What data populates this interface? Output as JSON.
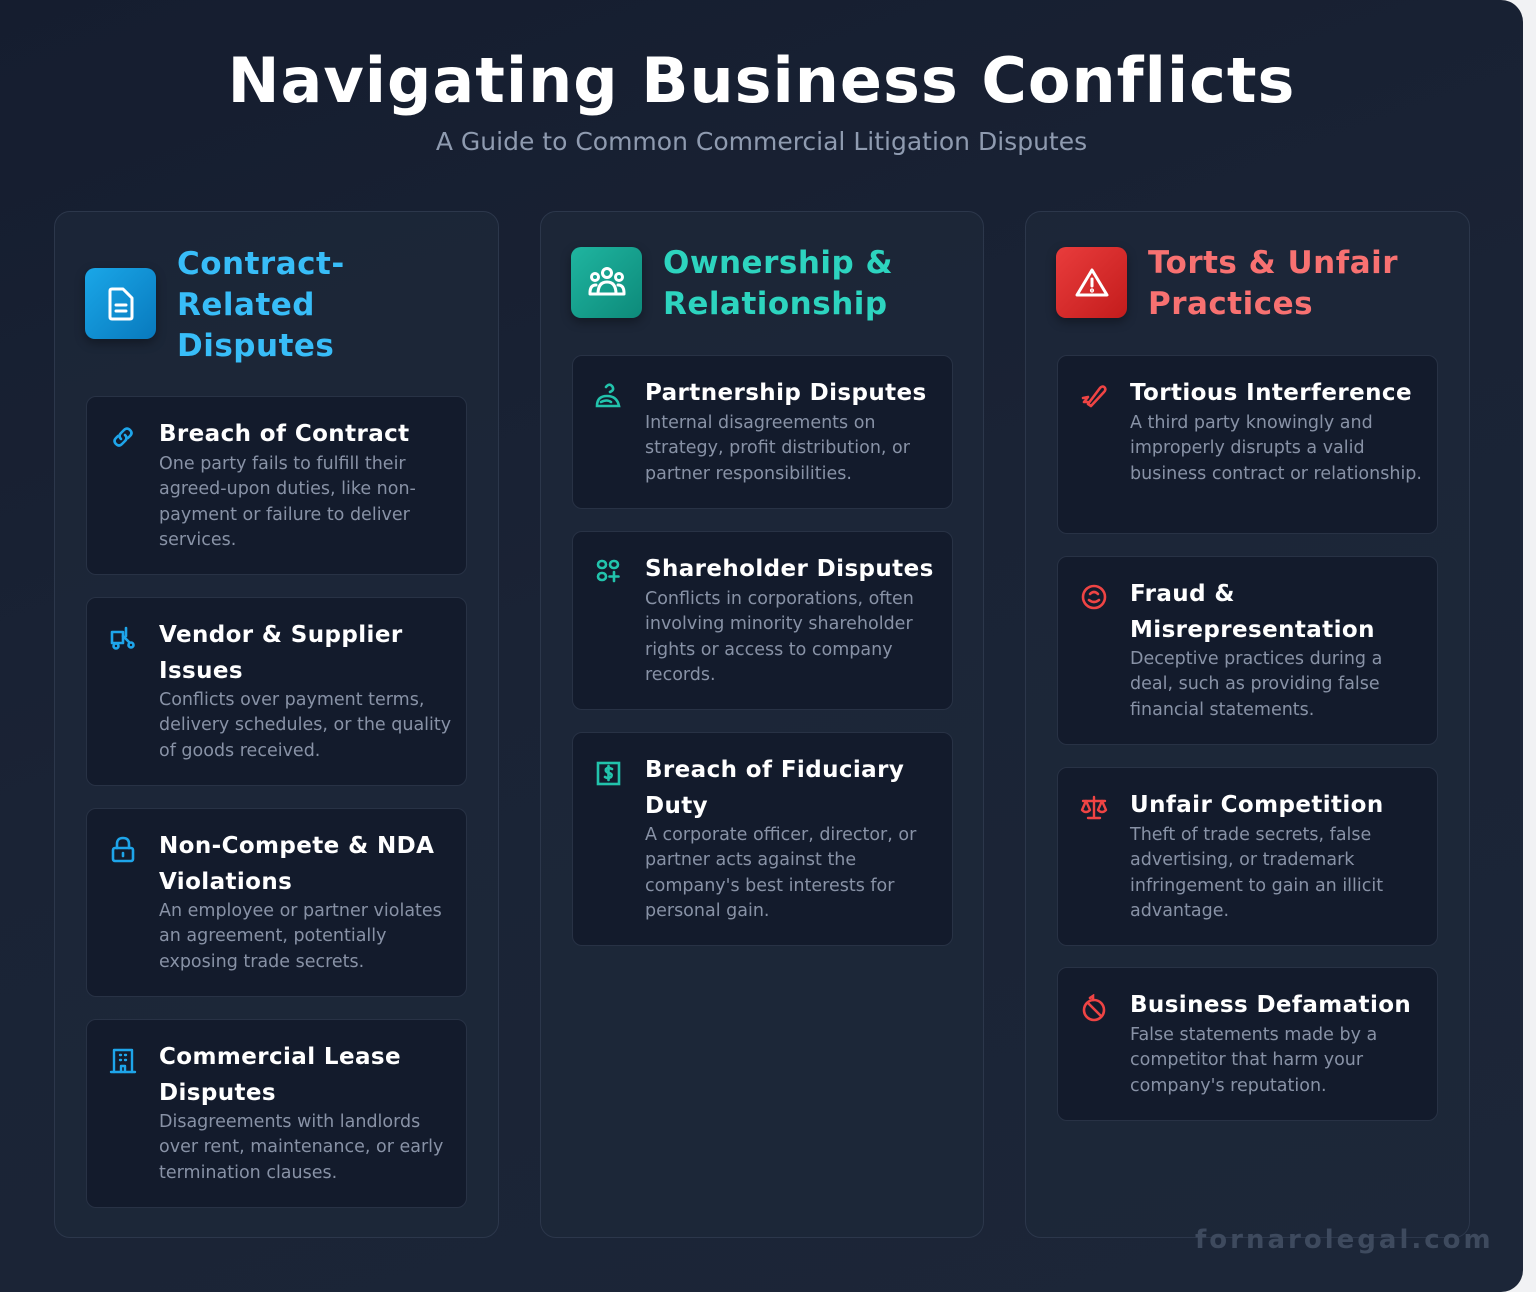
{
  "header": {
    "title": "Navigating Business Conflicts",
    "subtitle": "A Guide to Common Commercial Litigation Disputes"
  },
  "colors": {
    "contract": "#38bdf8",
    "ownership": "#2dd4bf",
    "torts": "#f87171",
    "contract_icon": "#0ea5e9",
    "ownership_icon": "#14b8a6",
    "torts_icon": "#ef4444"
  },
  "columns": [
    {
      "title": "Contract-Related Disputes",
      "icon": "document-icon",
      "items": [
        {
          "icon": "link-icon",
          "title": "Breach of Contract",
          "desc": "One party fails to fulfill their agreed-upon duties, like non-payment or failure to deliver services."
        },
        {
          "icon": "truck-icon",
          "title": "Vendor & Supplier Issues",
          "desc": "Conflicts over payment terms, delivery schedules, or the quality of goods received."
        },
        {
          "icon": "lock-icon",
          "title": "Non-Compete & NDA Violations",
          "desc": "An employee or partner violates an agreement, potentially exposing trade secrets."
        },
        {
          "icon": "building-icon",
          "title": "Commercial Lease Disputes",
          "desc": "Disagreements with landlords over rent, maintenance, or early termination clauses."
        }
      ]
    },
    {
      "title": "Ownership & Relationship",
      "icon": "users-group-icon",
      "items": [
        {
          "icon": "user-icon",
          "title": "Partnership Disputes",
          "desc": "Internal disagreements on strategy, profit distribution, or partner responsibilities."
        },
        {
          "icon": "shapes-plus-icon",
          "title": "Shareholder Disputes",
          "desc": "Conflicts in corporations, often involving minority shareholder rights or access to company records."
        },
        {
          "icon": "dollar-square-icon",
          "title": "Breach of Fiduciary Duty",
          "desc": "A corporate officer, director, or partner acts against the company's best interests for personal gain."
        }
      ]
    },
    {
      "title": "Torts & Unfair Practices",
      "icon": "warning-icon",
      "items": [
        {
          "icon": "pen-strike-icon",
          "title": "Tortious Interference",
          "desc": "A third party knowingly and improperly disrupts a valid business contract or relationship."
        },
        {
          "icon": "mask-circle-icon",
          "title": "Fraud & Misrepresentation",
          "desc": "Deceptive practices during a deal, such as providing false financial statements."
        },
        {
          "icon": "scale-icon",
          "title": "Unfair Competition",
          "desc": "Theft of trade secrets, false advertising, or trademark infringement to gain an illicit advantage."
        },
        {
          "icon": "slash-circle-icon",
          "title": "Business Defamation",
          "desc": "False statements made by a competitor that harm your company's reputation."
        }
      ]
    }
  ],
  "footer": {
    "watermark": "fornarolegal.com"
  }
}
